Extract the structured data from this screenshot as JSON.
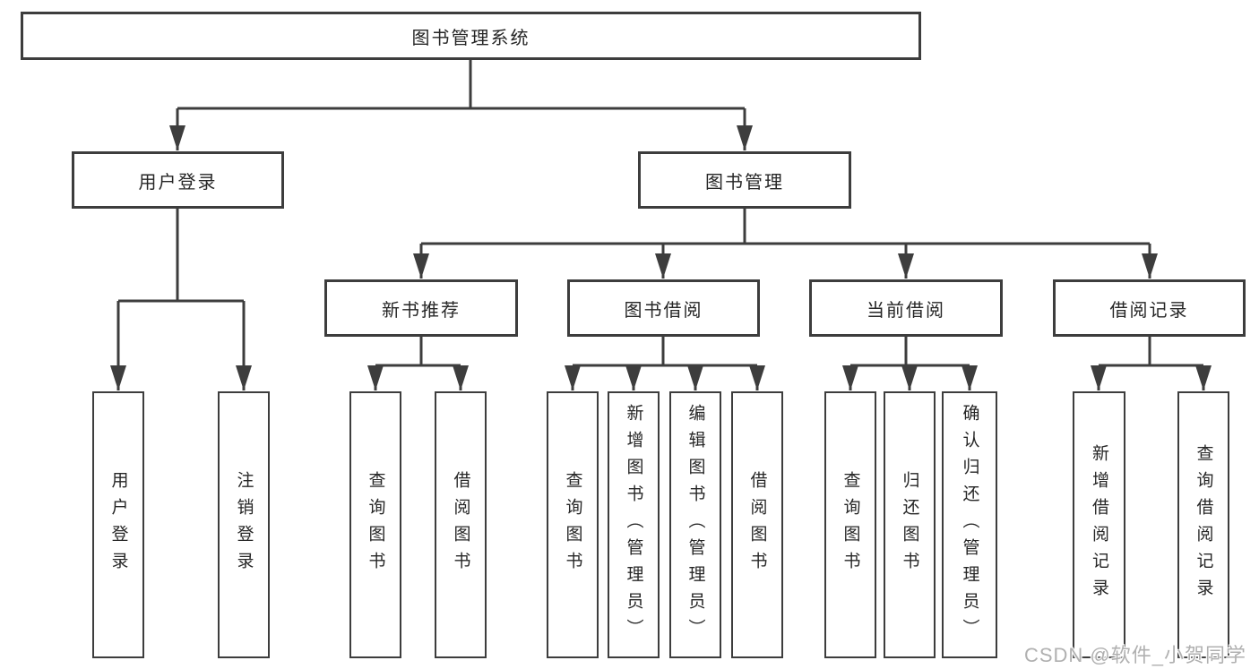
{
  "diagram": {
    "watermark": "CSDN @软件_小贺同学",
    "colors": {
      "line": "#3d3d3d",
      "text": "#262626",
      "watermark_gray": "#b0b0b0",
      "background": "#ffffff"
    },
    "nodes": {
      "root": "图书管理系统",
      "user_login": "用户登录",
      "book_management": "图书管理",
      "new_book_recommend": "新书推荐",
      "book_borrow": "图书借阅",
      "current_borrow": "当前借阅",
      "borrow_record": "借阅记录",
      "leaf_user_login": "用户登录",
      "leaf_logout": "注销登录",
      "leaf_recommend_query": "查询图书",
      "leaf_recommend_borrow": "借阅图书",
      "leaf_borrow_query": "查询图书",
      "leaf_borrow_add": "新增图书（管理员）",
      "leaf_borrow_edit": "编辑图书（管理员）",
      "leaf_borrow_lend": "借阅图书",
      "leaf_current_query": "查询图书",
      "leaf_current_return": "归还图书",
      "leaf_current_confirm": "确认归还（管理员）",
      "leaf_record_add": "新增借阅记录",
      "leaf_record_query": "查询借阅记录"
    }
  }
}
